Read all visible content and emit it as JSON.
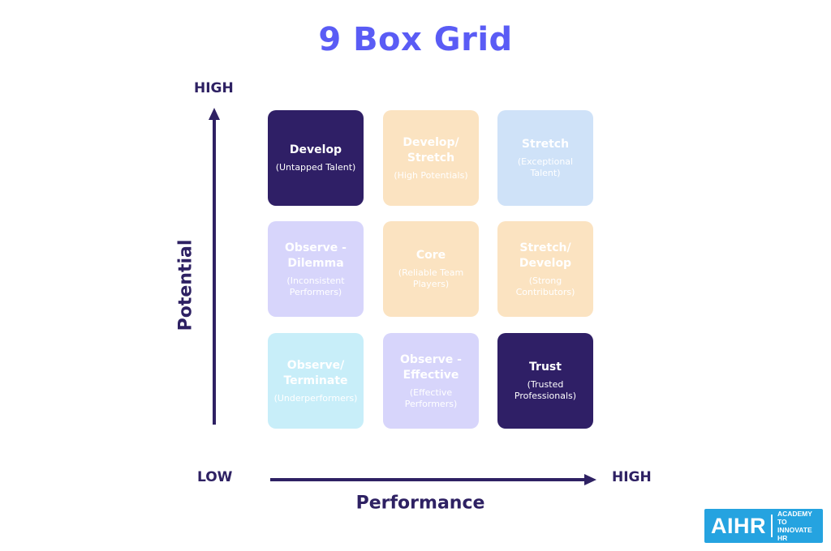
{
  "title": "9 Box Grid",
  "y_axis": {
    "label": "Potential",
    "high": "HIGH"
  },
  "x_axis": {
    "label": "Performance",
    "low": "LOW",
    "high": "HIGH"
  },
  "boxes": [
    {
      "name": "Develop",
      "sub": "(Untapped Talent)"
    },
    {
      "name": "Develop/\nStretch",
      "sub": "(High Potentials)"
    },
    {
      "name": "Stretch",
      "sub": "(Exceptional\nTalent)"
    },
    {
      "name": "Observe -\nDilemma",
      "sub": "(Inconsistent\nPerformers)"
    },
    {
      "name": "Core",
      "sub": "(Reliable Team\nPlayers)"
    },
    {
      "name": "Stretch/\nDevelop",
      "sub": "(Strong\nContributors)"
    },
    {
      "name": "Observe/\nTerminate",
      "sub": "(Underperformers)"
    },
    {
      "name": "Observe -\nEffective",
      "sub": "(Effective\nPerformers)"
    },
    {
      "name": "Trust",
      "sub": "(Trusted\nProfessionals)"
    }
  ],
  "logo": {
    "mark": "AIHR",
    "tagline": "ACADEMY TO\nINNOVATE HR"
  },
  "colors": {
    "title": "#5a5cf5",
    "axis": "#2e2163",
    "dark_box": "#2f1f66",
    "peach_box": "#fbe3c1",
    "blue_box": "#cfe2f8",
    "lavender_box": "#d7d5fb",
    "cyan_box": "#c8eef9",
    "logo_bg": "#25a3e0"
  }
}
